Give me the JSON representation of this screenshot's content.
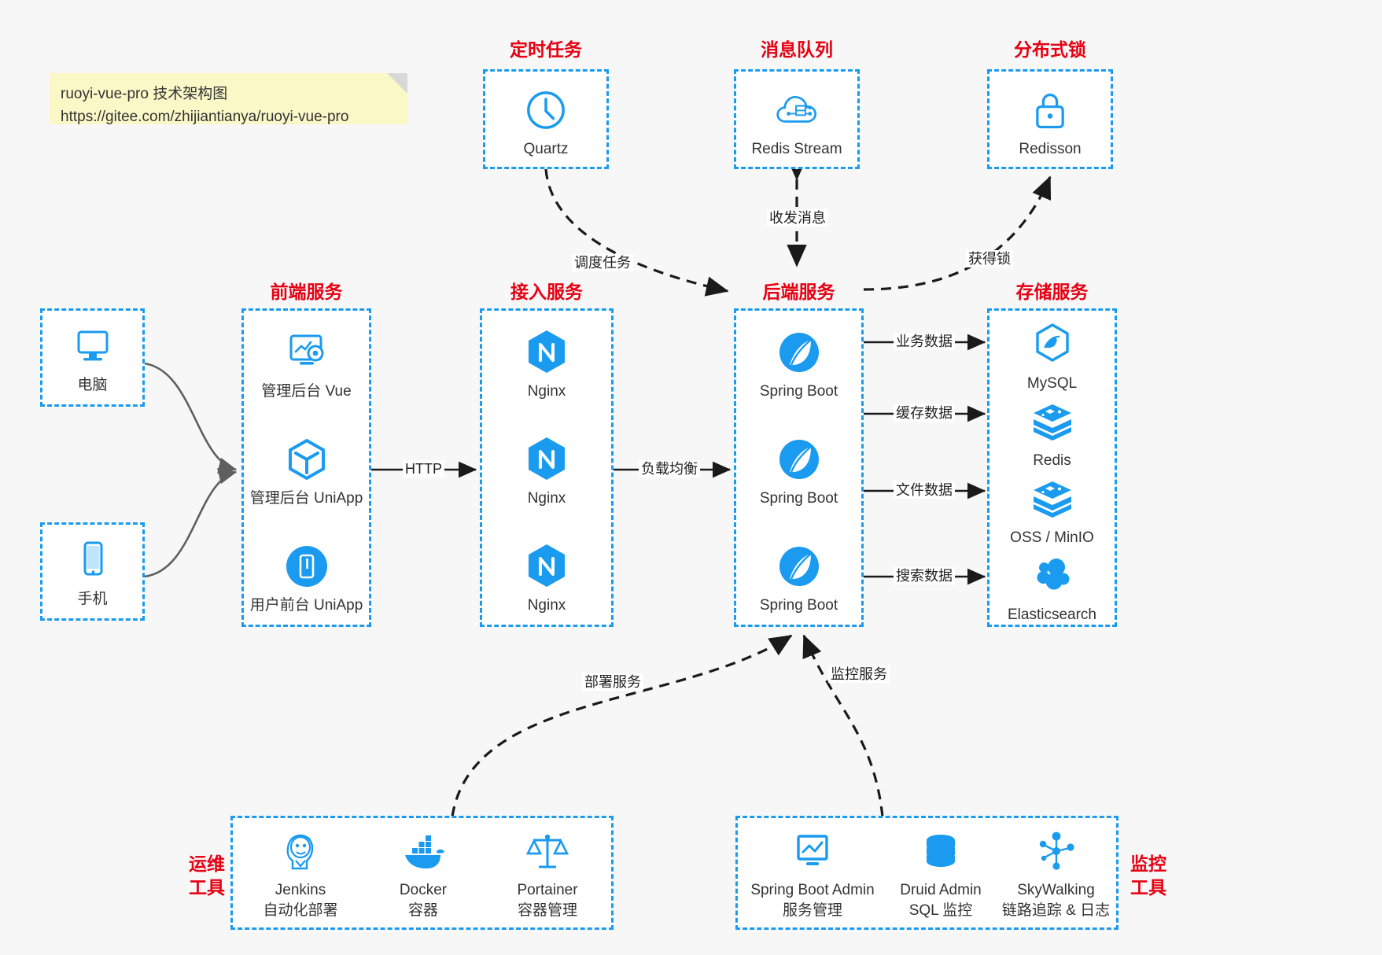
{
  "note": {
    "line1": "ruoyi-vue-pro 技术架构图",
    "line2": "https://gitee.com/zhijiantianya/ruoyi-vue-pro"
  },
  "colors": {
    "group_border": "#1a9bf0",
    "title_red": "#e60012",
    "icon_blue": "#1a9bf0",
    "canvas": "#f7f7f7",
    "note_yellow": "#fbf8c8",
    "edge_gray": "#5f5f5f",
    "edge_black": "#1a1a1a"
  },
  "groups": {
    "scheduler": {
      "title": "定时任务",
      "nodes": [
        {
          "icon": "clock-icon",
          "label": "Quartz"
        }
      ]
    },
    "mq": {
      "title": "消息队列",
      "nodes": [
        {
          "icon": "cloud-stream-icon",
          "label": "Redis Stream"
        }
      ]
    },
    "lock": {
      "title": "分布式锁",
      "nodes": [
        {
          "icon": "lock-icon",
          "label": "Redisson"
        }
      ]
    },
    "client_pc": {
      "nodes": [
        {
          "icon": "desktop-icon",
          "label": "电脑"
        }
      ]
    },
    "client_mobile": {
      "nodes": [
        {
          "icon": "mobile-icon",
          "label": "手机"
        }
      ]
    },
    "frontend": {
      "title": "前端服务",
      "nodes": [
        {
          "icon": "dashboard-icon",
          "label": "管理后台 Vue"
        },
        {
          "icon": "cube-icon",
          "label": "管理后台 UniApp"
        },
        {
          "icon": "app-icon",
          "label": "用户前台 UniApp"
        }
      ]
    },
    "gateway": {
      "title": "接入服务",
      "nodes": [
        {
          "icon": "nginx-icon",
          "label": "Nginx"
        },
        {
          "icon": "nginx-icon",
          "label": "Nginx"
        },
        {
          "icon": "nginx-icon",
          "label": "Nginx"
        }
      ]
    },
    "backend": {
      "title": "后端服务",
      "nodes": [
        {
          "icon": "spring-boot-icon",
          "label": "Spring Boot"
        },
        {
          "icon": "spring-boot-icon",
          "label": "Spring Boot"
        },
        {
          "icon": "spring-boot-icon",
          "label": "Spring Boot"
        }
      ]
    },
    "storage": {
      "title": "存储服务",
      "nodes": [
        {
          "icon": "mysql-icon",
          "label": "MySQL"
        },
        {
          "icon": "redis-icon",
          "label": "Redis"
        },
        {
          "icon": "oss-icon",
          "label": "OSS / MinIO"
        },
        {
          "icon": "elasticsearch-icon",
          "label": "Elasticsearch"
        }
      ]
    },
    "devops": {
      "title": "运维\n工具",
      "title_line1": "运维",
      "title_line2": "工具",
      "nodes": [
        {
          "icon": "jenkins-icon",
          "label": "Jenkins",
          "sub": "自动化部署"
        },
        {
          "icon": "docker-icon",
          "label": "Docker",
          "sub": "容器"
        },
        {
          "icon": "portainer-icon",
          "label": "Portainer",
          "sub": "容器管理"
        }
      ]
    },
    "monitor": {
      "title_line1": "监控",
      "title_line2": "工具",
      "nodes": [
        {
          "icon": "monitor-screen-icon",
          "label": "Spring Boot Admin",
          "sub": "服务管理"
        },
        {
          "icon": "database-icon",
          "label": "Druid Admin",
          "sub": "SQL 监控"
        },
        {
          "icon": "skywalking-icon",
          "label": "SkyWalking",
          "sub": "链路追踪 & 日志"
        }
      ]
    }
  },
  "edges": {
    "http": "HTTP",
    "load_balance": "负载均衡",
    "schedule_task": "调度任务",
    "send_receive_message": "收发消息",
    "acquire_lock": "获得锁",
    "business_data": "业务数据",
    "cache_data": "缓存数据",
    "file_data": "文件数据",
    "search_data": "搜索数据",
    "deploy_service": "部署服务",
    "monitor_service": "监控服务"
  }
}
